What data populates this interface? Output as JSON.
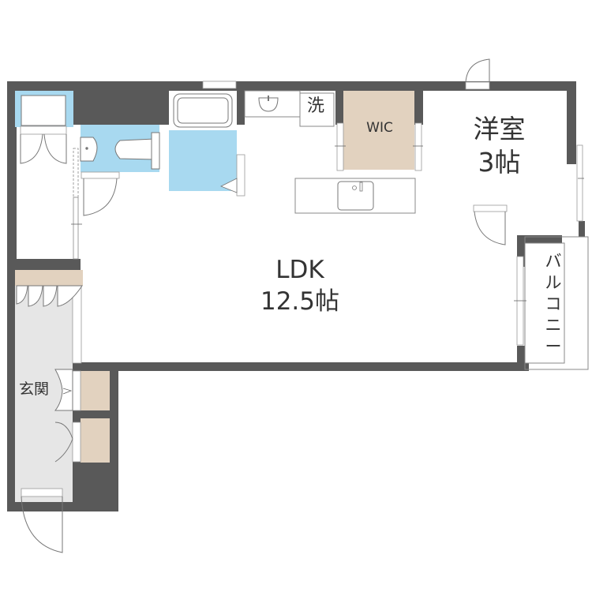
{
  "floor_plan": {
    "rooms": {
      "ldk": {
        "name": "LDK",
        "size": "12.5帖",
        "label": "LDK\n12.5帖"
      },
      "western_room": {
        "name": "洋室",
        "size": "3帖",
        "label": "洋室\n3帖"
      },
      "walk_in_closet": {
        "label": "WIC"
      },
      "washer_space": {
        "label": "洗"
      },
      "entrance": {
        "label": "玄関"
      },
      "balcony": {
        "label": "バルコニー"
      }
    },
    "colors": {
      "wall": "#595959",
      "wet_area": "#a8d9f0",
      "storage": "#e2d2bf",
      "entrance_floor": "#e6e6e6",
      "fixture_line": "#777777",
      "background": "#ffffff"
    }
  }
}
